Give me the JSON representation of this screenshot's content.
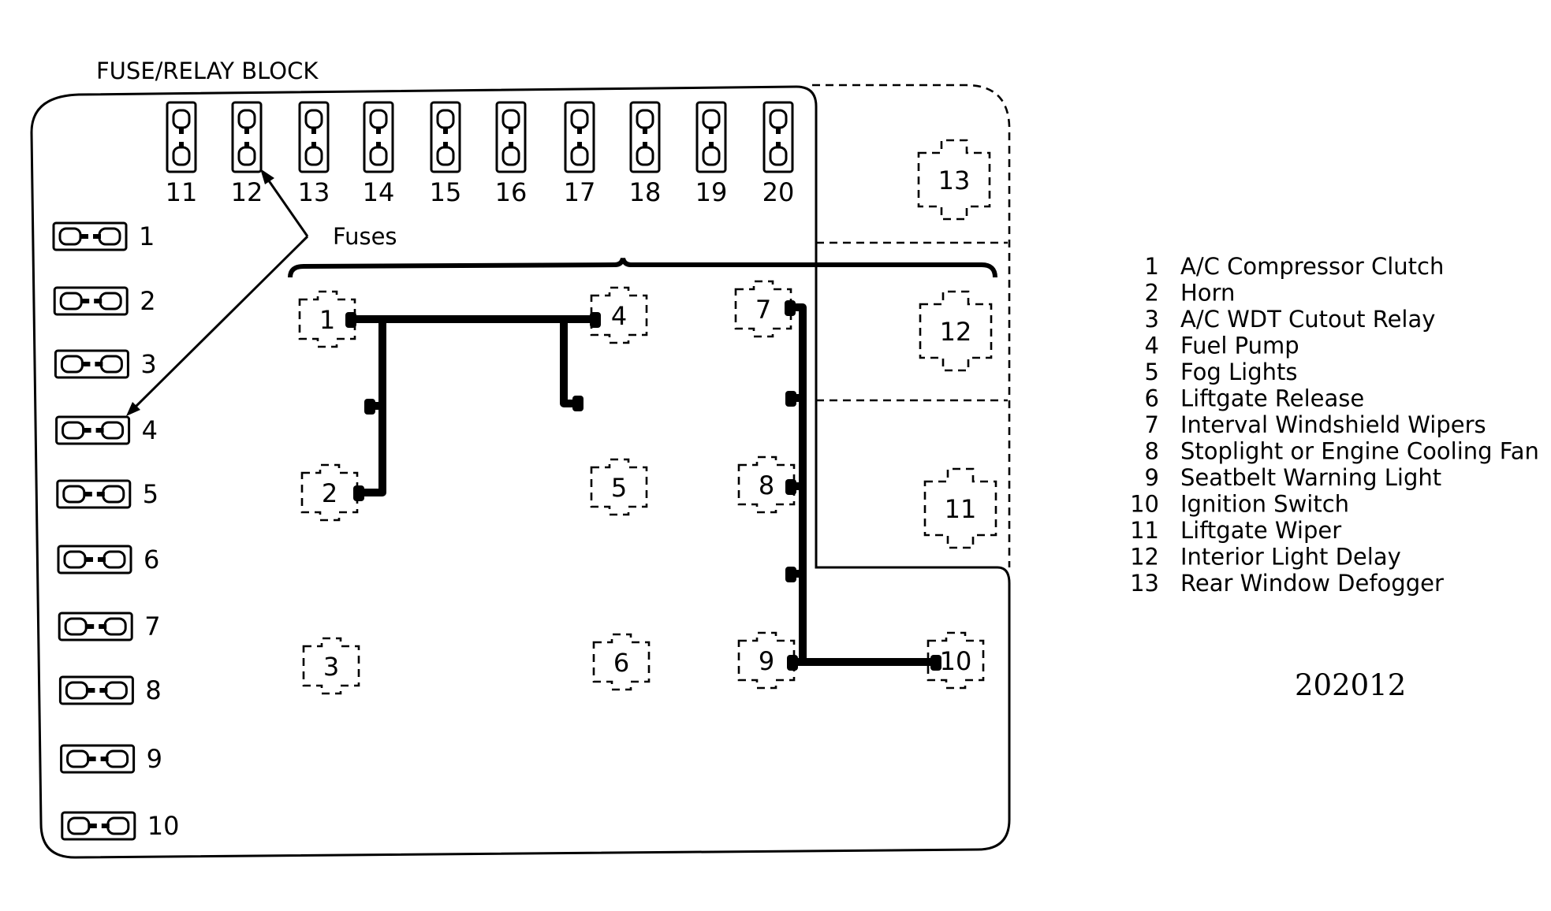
{
  "title": "FUSE/RELAY BLOCK",
  "fuses_label": "Fuses",
  "figure_code": "202012",
  "top_fuses": [
    "11",
    "12",
    "13",
    "14",
    "15",
    "16",
    "17",
    "18",
    "19",
    "20"
  ],
  "left_fuses": [
    "1",
    "2",
    "3",
    "4",
    "5",
    "6",
    "7",
    "8",
    "9",
    "10"
  ],
  "relays": [
    "1",
    "2",
    "3",
    "4",
    "5",
    "6",
    "7",
    "8",
    "9",
    "10",
    "11",
    "12",
    "13"
  ],
  "legend": [
    {
      "num": "1",
      "label": "A/C Compressor Clutch"
    },
    {
      "num": "2",
      "label": "Horn"
    },
    {
      "num": "3",
      "label": "A/C WDT Cutout Relay"
    },
    {
      "num": "4",
      "label": "Fuel Pump"
    },
    {
      "num": "5",
      "label": "Fog Lights"
    },
    {
      "num": "6",
      "label": "Liftgate Release"
    },
    {
      "num": "7",
      "label": "Interval Windshield Wipers"
    },
    {
      "num": "8",
      "label": "Stoplight or Engine Cooling Fan"
    },
    {
      "num": "9",
      "label": "Seatbelt Warning Light"
    },
    {
      "num": "10",
      "label": "Ignition Switch"
    },
    {
      "num": "11",
      "label": "Liftgate Wiper"
    },
    {
      "num": "12",
      "label": "Interior Light Delay"
    },
    {
      "num": "13",
      "label": "Rear Window Defogger"
    }
  ]
}
